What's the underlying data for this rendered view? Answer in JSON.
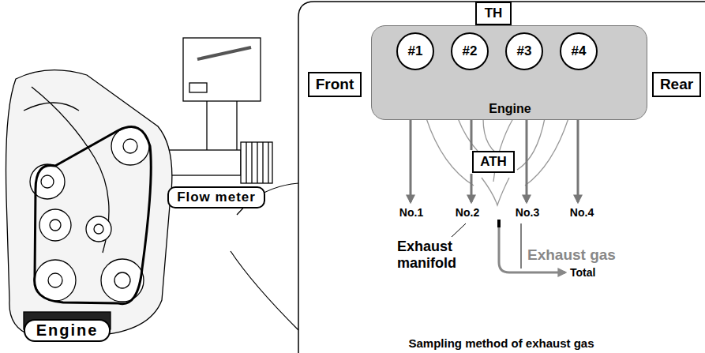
{
  "diagram": {
    "caption": "Sampling method of exhaust gas",
    "nodes": [
      {
        "text": [
          "Flow meter"
        ]
      },
      {
        "text": [
          "Engine"
        ]
      },
      {
        "text": [
          "TH"
        ]
      },
      {
        "text": [
          "Front"
        ]
      },
      {
        "text": [
          "Engine"
        ]
      },
      {
        "text": [
          "#1"
        ],
        "in": 4
      },
      {
        "text": [
          "#2"
        ],
        "in": 4
      },
      {
        "text": [
          "#3"
        ],
        "in": 4
      },
      {
        "text": [
          "#4"
        ],
        "in": 4
      },
      {
        "text": [
          "Rear"
        ]
      },
      {
        "text": [
          "ATH"
        ]
      }
    ],
    "labels": [
      "No.1",
      "No.2",
      "No.3",
      "No.4",
      "Exhaust manifold",
      "Exhaust gas",
      "Total"
    ]
  }
}
